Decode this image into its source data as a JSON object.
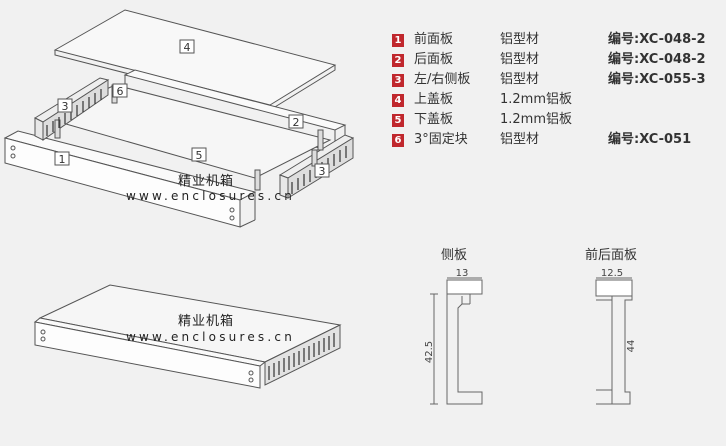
{
  "parts": [
    {
      "num": "1",
      "name": "前面板",
      "material": "铝型材",
      "code_label": "编号:",
      "code": "XC-048-2"
    },
    {
      "num": "2",
      "name": "后面板",
      "material": "铝型材",
      "code_label": "编号:",
      "code": "XC-048-2"
    },
    {
      "num": "3",
      "name": "左/右侧板",
      "material": "铝型材",
      "code_label": "编号:",
      "code": "XC-055-3"
    },
    {
      "num": "4",
      "name": "上盖板",
      "material": "1.2mm铝板",
      "code_label": "",
      "code": ""
    },
    {
      "num": "5",
      "name": "下盖板",
      "material": "1.2mm铝板",
      "code_label": "",
      "code": ""
    },
    {
      "num": "6",
      "name": "3°固定块",
      "material": "铝型材",
      "code_label": "编号:",
      "code": "XC-051"
    }
  ],
  "exploded_labels": {
    "front": "1",
    "rear": "2",
    "side": "3",
    "top": "4",
    "bottom": "5",
    "block": "6"
  },
  "watermark": {
    "cn": "精业机箱",
    "url": "www.enclosures.cn"
  },
  "profiles": {
    "side": {
      "title": "侧板",
      "width": "13",
      "height": "42.5"
    },
    "front_rear": {
      "title": "前后面板",
      "width": "12.5",
      "height": "44"
    }
  },
  "colors": {
    "line": "#555555",
    "badge": "#c0272d",
    "background": "#f1f1f1"
  }
}
